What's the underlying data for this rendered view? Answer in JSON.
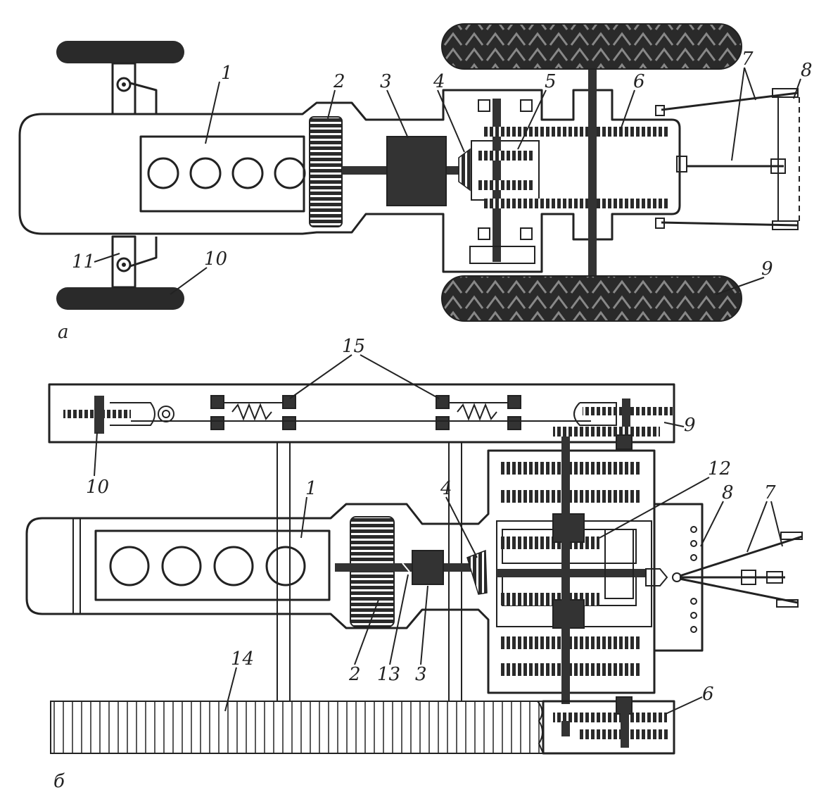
{
  "diagram_a": {
    "caption": "а",
    "labels": {
      "l1": "1",
      "l2": "2",
      "l3": "3",
      "l4": "4",
      "l5": "5",
      "l6": "6",
      "l7": "7",
      "l8": "8",
      "l9": "9",
      "l10": "10",
      "l11": "11"
    }
  },
  "diagram_b": {
    "caption": "б",
    "labels": {
      "l1": "1",
      "l2": "2",
      "l3": "3",
      "l4": "4",
      "l6": "6",
      "l7": "7",
      "l8": "8",
      "l9": "9",
      "l10": "10",
      "l12": "12",
      "l13": "13",
      "l14": "14",
      "l15": "15"
    }
  }
}
